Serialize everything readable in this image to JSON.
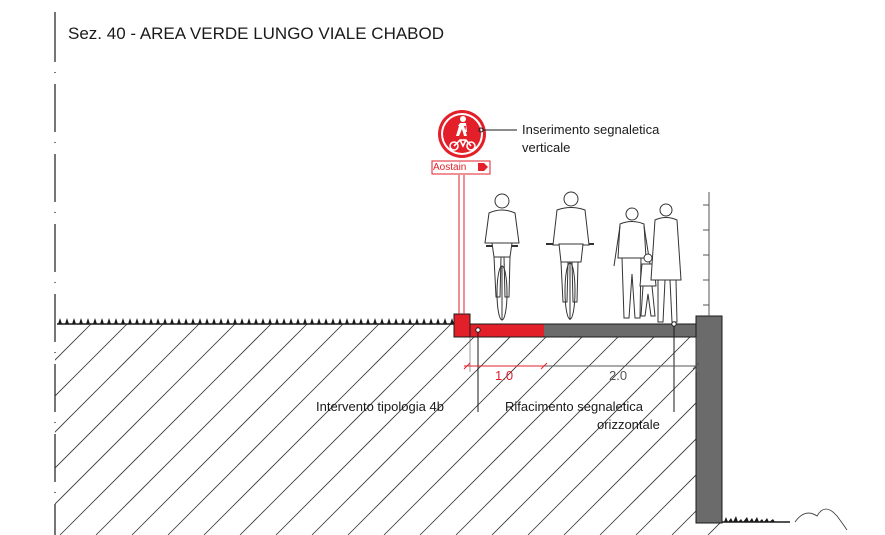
{
  "title": "Sez. 40 - AREA VERDE LUNGO VIALE CHABOD",
  "labels": {
    "signage_vertical_line1": "Inserimento segnaletica",
    "signage_vertical_line2": "verticale",
    "intervention": "Intervento tipologia 4b",
    "horizontal_signage_line1": "Rifacimento segnaletica",
    "horizontal_signage_line2": "orizzontale",
    "sign_panel": "Aostain"
  },
  "dimensions": {
    "cycle_lane": "1.0",
    "sidewalk": "2.0"
  },
  "colors": {
    "accent_red": "#e3202a",
    "concrete_gray": "#6b6b6b",
    "line": "#1a1a1a"
  },
  "icons": {
    "sign": "pedestrian-bicycle-sign-icon"
  }
}
